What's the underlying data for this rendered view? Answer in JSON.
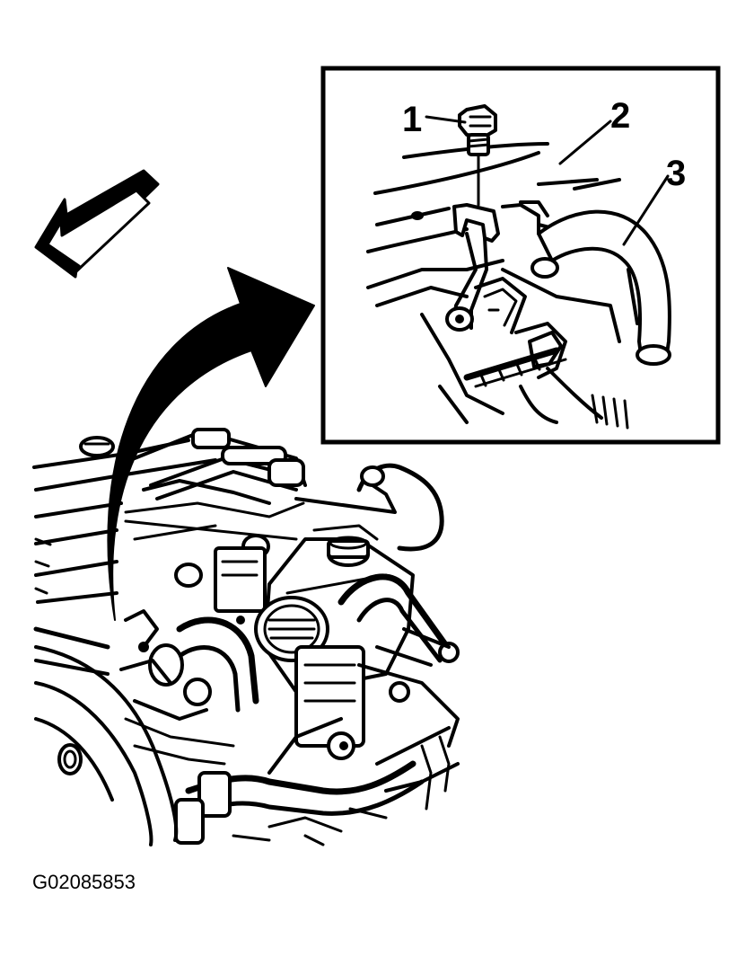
{
  "callouts": {
    "item1": "1",
    "item2": "2",
    "item3": "3"
  },
  "figure_id": "G02085853",
  "colors": {
    "ink": "#000000",
    "paper": "#ffffff"
  }
}
